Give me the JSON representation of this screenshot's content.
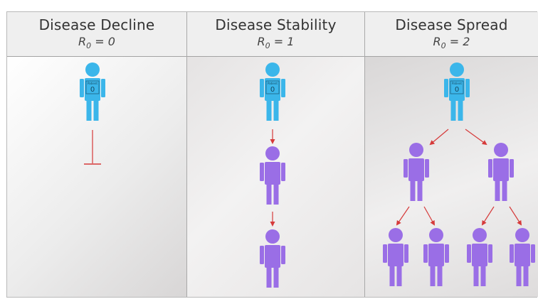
{
  "panels": [
    {
      "title": "Disease Decline",
      "r_symbol": "R",
      "r_sub": "0",
      "r_value": " = 0"
    },
    {
      "title": "Disease Stability",
      "r_symbol": "R",
      "r_sub": "0",
      "r_value": " = 1"
    },
    {
      "title": "Disease Spread",
      "r_symbol": "R",
      "r_sub": "0",
      "r_value": " = 2"
    }
  ],
  "patient_zero": {
    "badge_label": "Patient",
    "badge_number": "0"
  },
  "colors": {
    "patient_zero": "#3bb6ea",
    "infected": "#9a6ee6",
    "arrow": "#d63a3a"
  }
}
